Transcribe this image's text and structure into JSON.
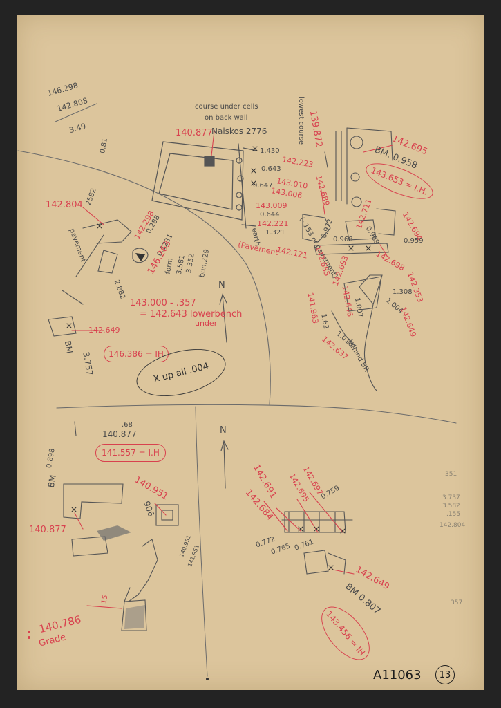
{
  "colors": {
    "paper": "#dcc59c",
    "red_pencil": "#d8414e",
    "graphite": "#4a4a4a",
    "background": "#232323"
  },
  "top_left_calc": {
    "line1": "146.298",
    "line2": "142.808",
    "line3": "3.49"
  },
  "pencil_notes": {
    "course_note_1": "course under cells",
    "course_note_2": "on back wall",
    "course_note_3": "Naiskos 2776",
    "lowest_course": "lowest course",
    "pavement_note": "(-.153 of pavement)",
    "arrow_n_upper": "N",
    "arrow_n_lower": "N",
    "pavement_label": "pavement",
    "earth_note": "earth",
    "form_note_1": "form",
    "form_note_2": "3.581 ",
    "form_note_3": "3.352",
    "form_note_4": "bun.229",
    "behind_br": "behind BR",
    "bm_left": "BM",
    "bm_lower_left": "BM",
    "val_0898": "0.898",
    "val_2582": "2582",
    "val_2582b": "2.882",
    "val_3757": "3.757",
    "val_081": "0.81",
    "val_1430": "1.430",
    "val_0643": "0.643",
    "val_0647": "0.647",
    "val_0644": "0.644",
    "val_1321": "1.321",
    "val_0968": "0.968",
    "val_0972": "0.972",
    "val_0969": "0.969",
    "val_0959": "0.959",
    "val_1308": "1.308",
    "val_1004": "1.004",
    "val_1007": "1.007",
    "val_1016": "1.016",
    "val_162": "1.62",
    "val_0772": "0.772",
    "val_0765": "0.765",
    "val_0761": "0.761",
    "val_0759": "0.759",
    "val_068": ".68",
    "val_906": "906",
    "val_0951": "140.951",
    "val_0951b": "141.951",
    "val_15": "15",
    "val_1231": "0.1231",
    "val_0288": "0.288",
    "right_margin_1": "351",
    "right_margin_2": "3.737",
    "right_margin_3": "3.582",
    "right_margin_4": ".155",
    "right_margin_5": "142.804",
    "right_margin_6": "357"
  },
  "red_labels": {
    "r140877": "140.877",
    "r142223": "142.223",
    "r143010": "143.010",
    "r143006": "143.006",
    "r143009": "143.009",
    "r142221": "142.221",
    "r142121": "142.121",
    "r142121_note": "(Pavement",
    "r139872": "139.872",
    "r142695": "142.695",
    "r0958": "BM. 0.958",
    "r142689": "142.689",
    "r142694": "142.694",
    "r142698": "142.698",
    "r142693": "142.693",
    "r142685": "142.685",
    "r142711": "142.711",
    "r142804": "142.804",
    "r142298": "142.298",
    "r146263": "146.263",
    "r143000": "143.000 - .357",
    "r142643": "= 142.643 lowerbench",
    "r142643_under": "under",
    "r142649a": "142.649",
    "r142353": "142.353",
    "r142649b": "142.649",
    "r142646": "142.646",
    "r141963": "141.963",
    "r142637": "142.637",
    "r140877b": "140.877",
    "r140951": "140.951",
    "r140786": "140.786",
    "r_grade": "Grade",
    "r142691": "142.691",
    "r142695b": "142.695",
    "r142697": "142.697",
    "r142684": "142.684",
    "r142649c": "142.649",
    "r_bm0807": "BM 0.807",
    "ovals": {
      "top_right": "143.653 = I.H.",
      "mid_left": "146.386 = IH",
      "lower_left_calc_top": "140.877",
      "lower_left": "141.557 = I.H",
      "lower_right": "143.456 = IH"
    }
  },
  "boxed_note": "X up all .004",
  "sheet_id": "A11063",
  "sheet_number": "13"
}
